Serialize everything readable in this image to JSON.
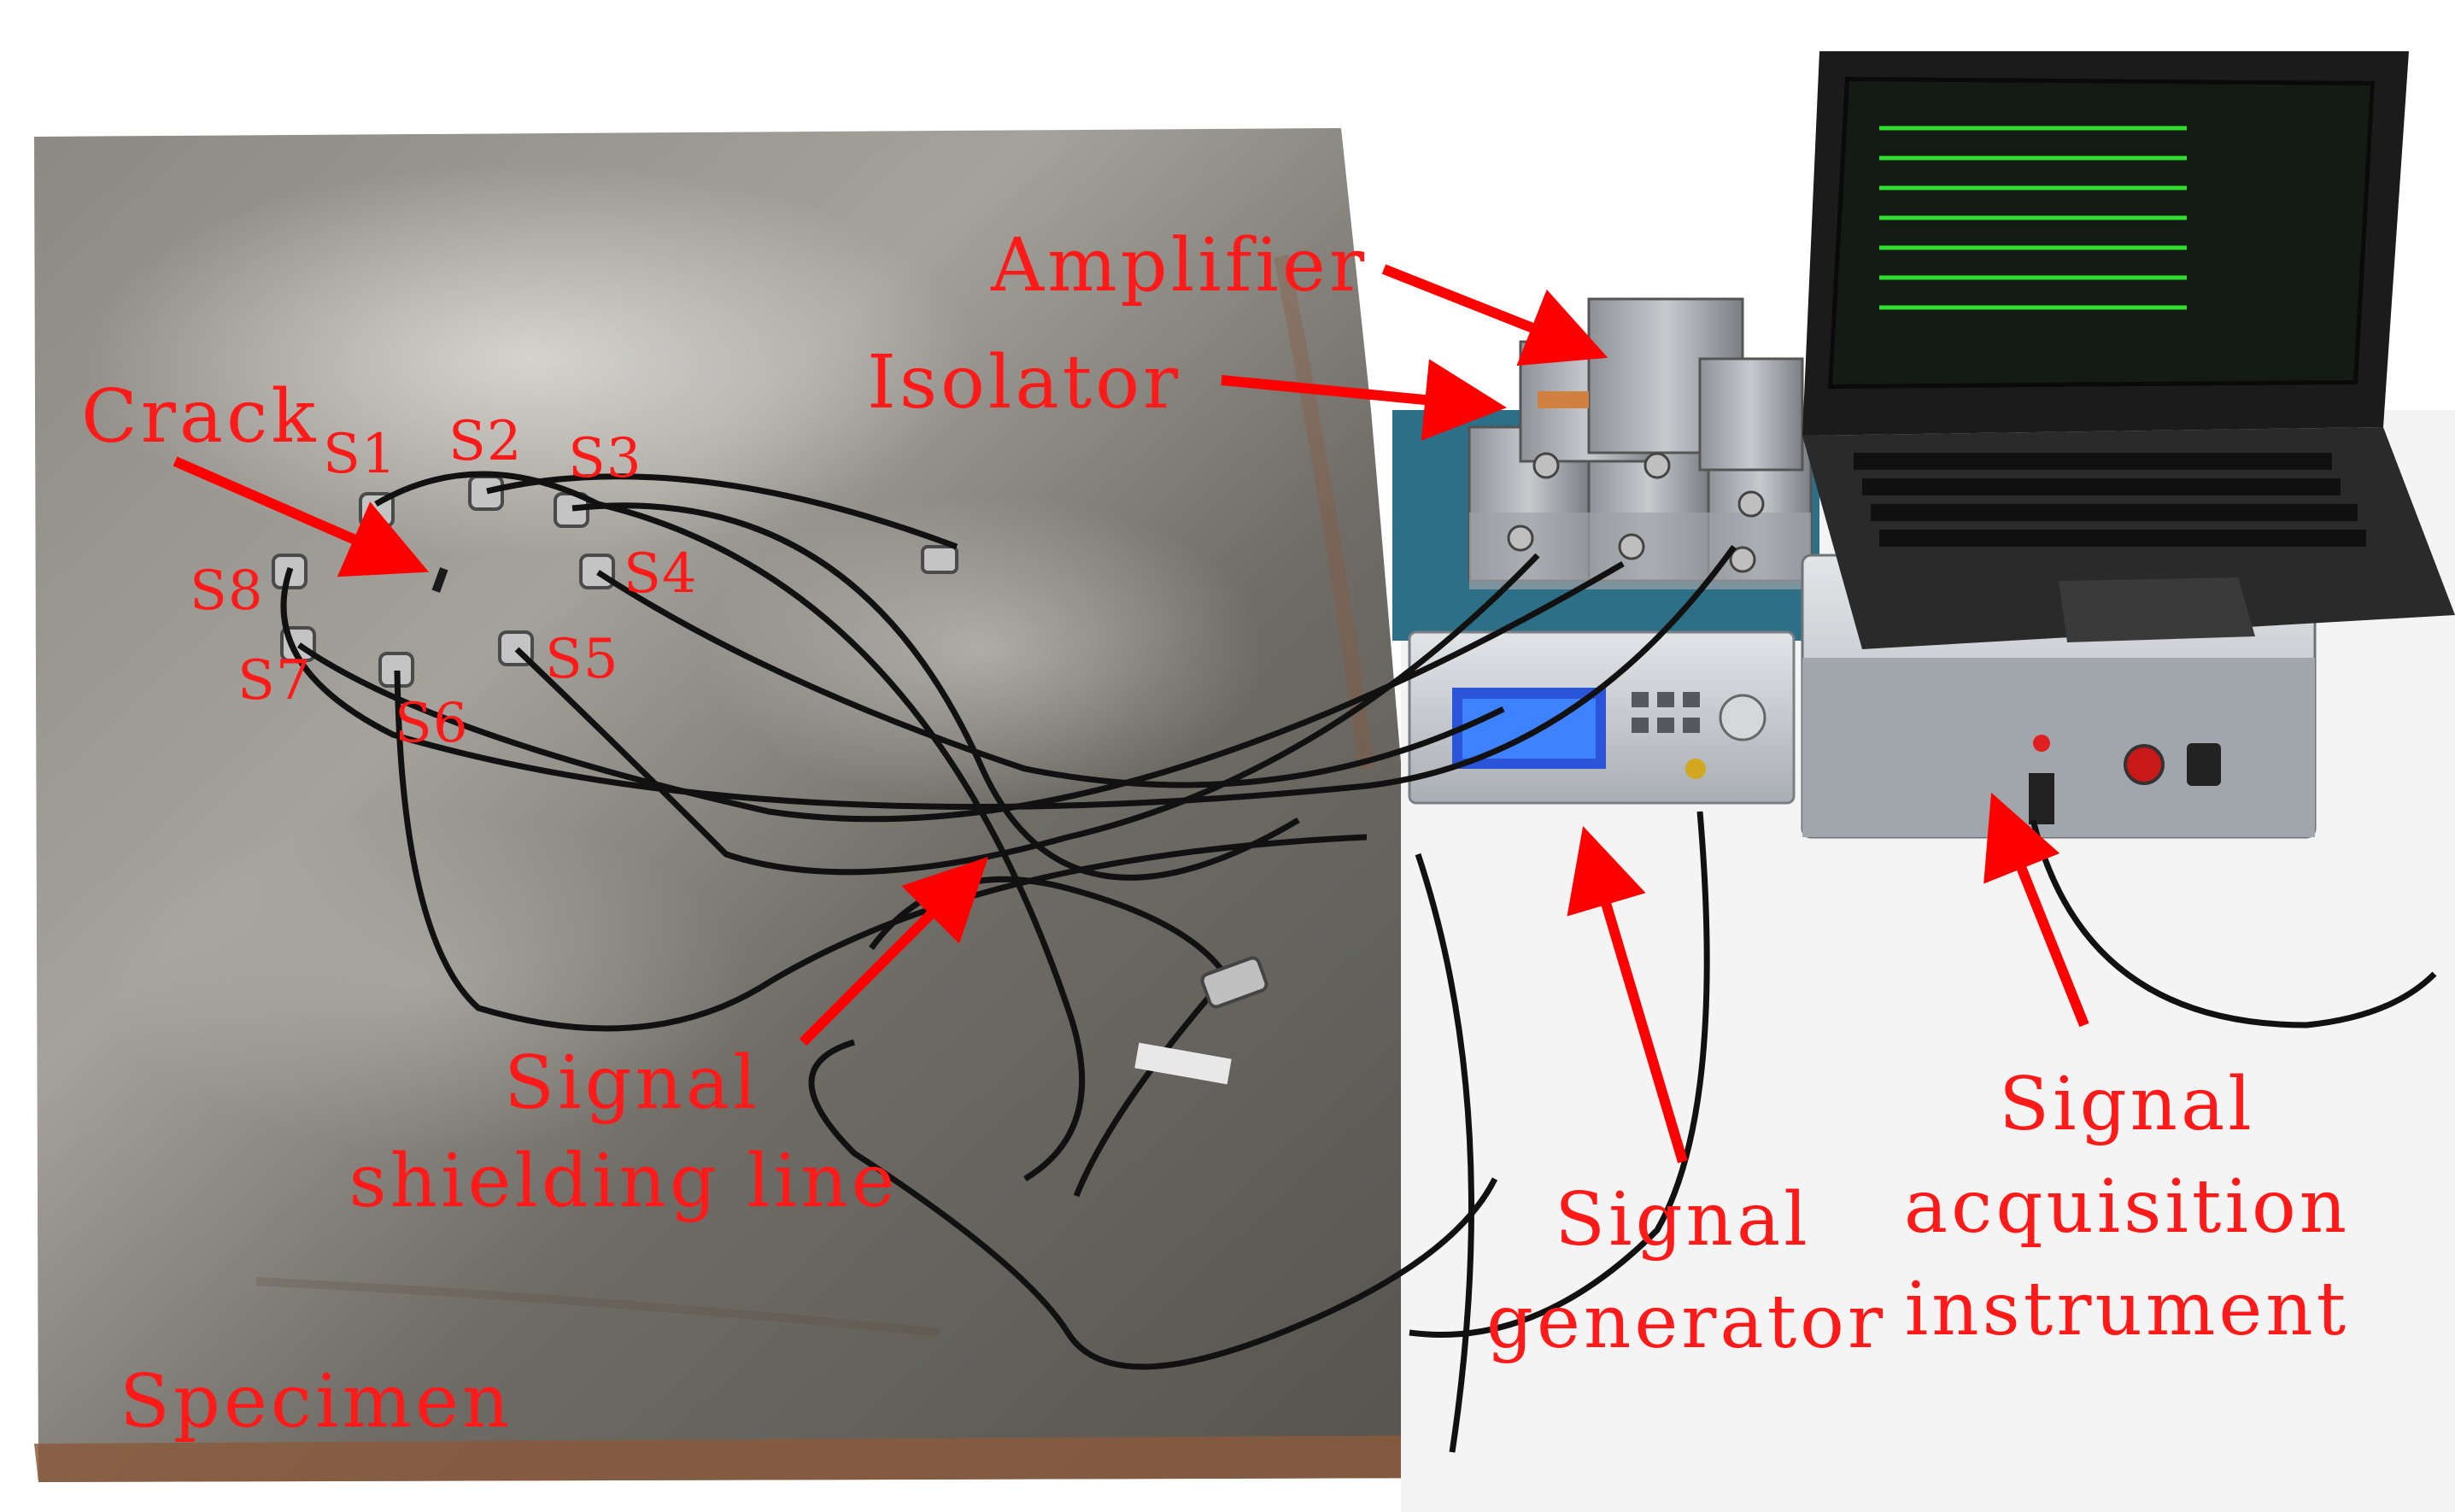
{
  "colors": {
    "label": "#ff1a1a",
    "arrow": "#ff0000",
    "plate": "#7d7a74",
    "plate_rust": "#8a5a3c",
    "cable": "#111111",
    "instrument_body": "#c9cdd1",
    "screen_trace": "#33ff33"
  },
  "labels": {
    "crack": "Crack",
    "amplifier": "Amplifier",
    "isolator": "Isolator",
    "specimen": "Specimen",
    "shielding_line_1": "Signal",
    "shielding_line_2": "shielding line",
    "generator_1": "Signal",
    "generator_2": "generator",
    "acquisition_1": "Signal",
    "acquisition_2": "acquisition",
    "acquisition_3": "instrument"
  },
  "sensors": [
    "S1",
    "S2",
    "S3",
    "S4",
    "S5",
    "S6",
    "S7",
    "S8"
  ]
}
